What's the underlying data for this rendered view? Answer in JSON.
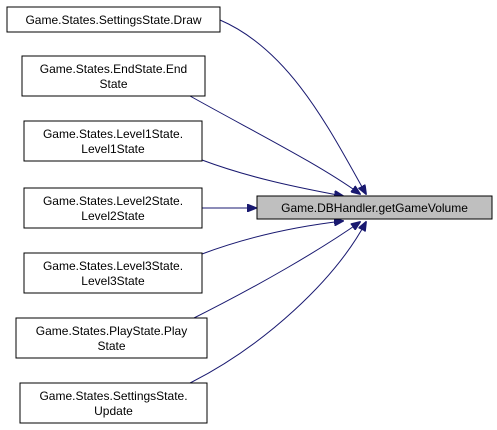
{
  "graph": {
    "target": {
      "label_lines": [
        "Game.DBHandler.getGameVolume"
      ],
      "fill": "#bfbfbf",
      "stroke": "#000000"
    },
    "callers": [
      {
        "id": "settings-draw",
        "label_lines": [
          "Game.States.SettingsState.Draw"
        ]
      },
      {
        "id": "endstate",
        "label_lines": [
          "Game.States.EndState.End",
          "State"
        ]
      },
      {
        "id": "level1state",
        "label_lines": [
          "Game.States.Level1State.",
          "Level1State"
        ]
      },
      {
        "id": "level2state",
        "label_lines": [
          "Game.States.Level2State.",
          "Level2State"
        ]
      },
      {
        "id": "level3state",
        "label_lines": [
          "Game.States.Level3State.",
          "Level3State"
        ]
      },
      {
        "id": "playstate",
        "label_lines": [
          "Game.States.PlayState.Play",
          "State"
        ]
      },
      {
        "id": "settings-update",
        "label_lines": [
          "Game.States.SettingsState.",
          "Update"
        ]
      }
    ],
    "colors": {
      "node_fill": "#ffffff",
      "node_stroke": "#000000",
      "edge": "#191970",
      "text": "#000000"
    }
  }
}
